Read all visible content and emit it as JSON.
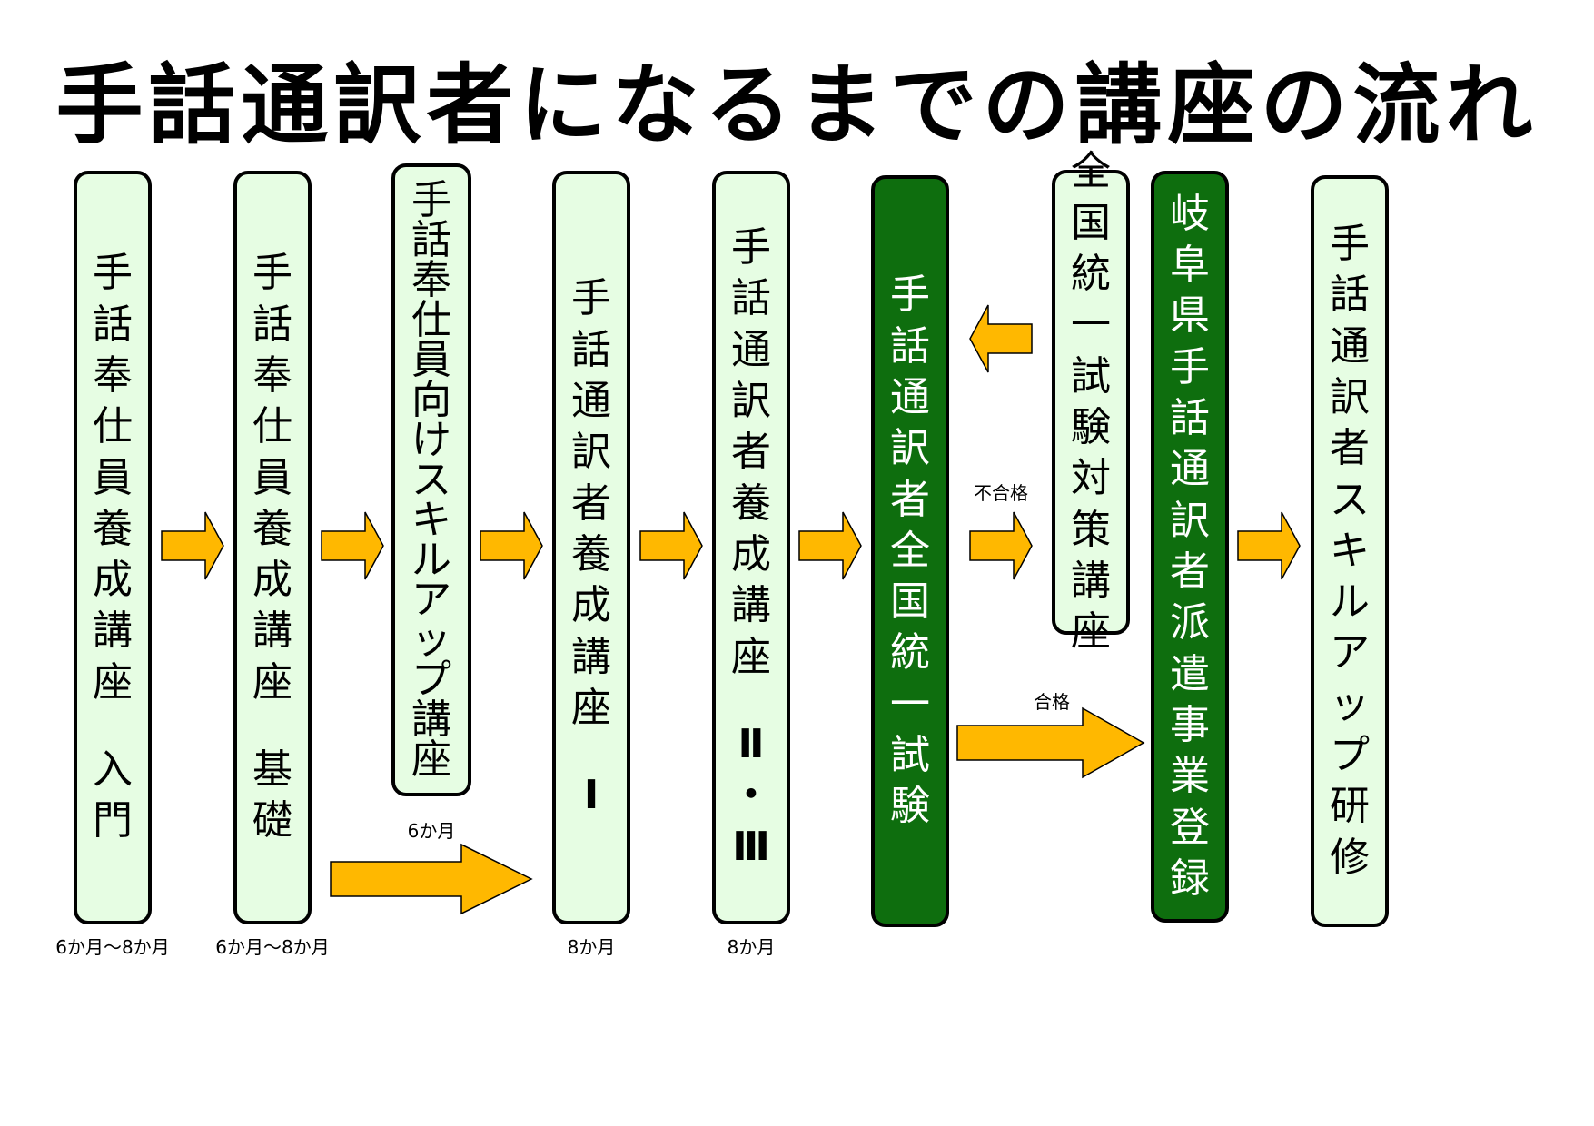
{
  "title": "手話通訳者になるまでの講座の流れ",
  "boxes": [
    {
      "id": "intro",
      "text": "手話奉仕員養成講座",
      "extra": "入門",
      "style": "light"
    },
    {
      "id": "basic",
      "text": "手話奉仕員養成講座",
      "extra": "基礎",
      "style": "light"
    },
    {
      "id": "skillup",
      "text": "手話奉仕員向けスキルアップ講座",
      "style": "light"
    },
    {
      "id": "interp1",
      "text": "手話通訳者養成講座",
      "extra": "Ⅰ",
      "style": "light"
    },
    {
      "id": "interp23",
      "text": "手話通訳者養成講座",
      "extra": "Ⅱ・Ⅲ",
      "style": "light"
    },
    {
      "id": "exam",
      "text": "手話通訳者全国統一試験",
      "style": "dark"
    },
    {
      "id": "prep",
      "text": "全国統一試験対策講座",
      "style": "light"
    },
    {
      "id": "register",
      "text": "岐阜県手話通訳者派遣事業登録",
      "style": "dark"
    },
    {
      "id": "training",
      "text": "手話通訳者スキルアップ研修",
      "style": "light"
    }
  ],
  "labels": {
    "dur_intro": "6か月～8か月",
    "dur_basic": "6か月～8か月",
    "dur_interp1": "8か月",
    "dur_interp23": "8か月",
    "dur_bypass": "6か月",
    "fail": "不合格",
    "pass": "合格"
  },
  "colors": {
    "light_box": "#e6fde3",
    "dark_box": "#0e6e0e",
    "arrow": "#ffb800"
  }
}
